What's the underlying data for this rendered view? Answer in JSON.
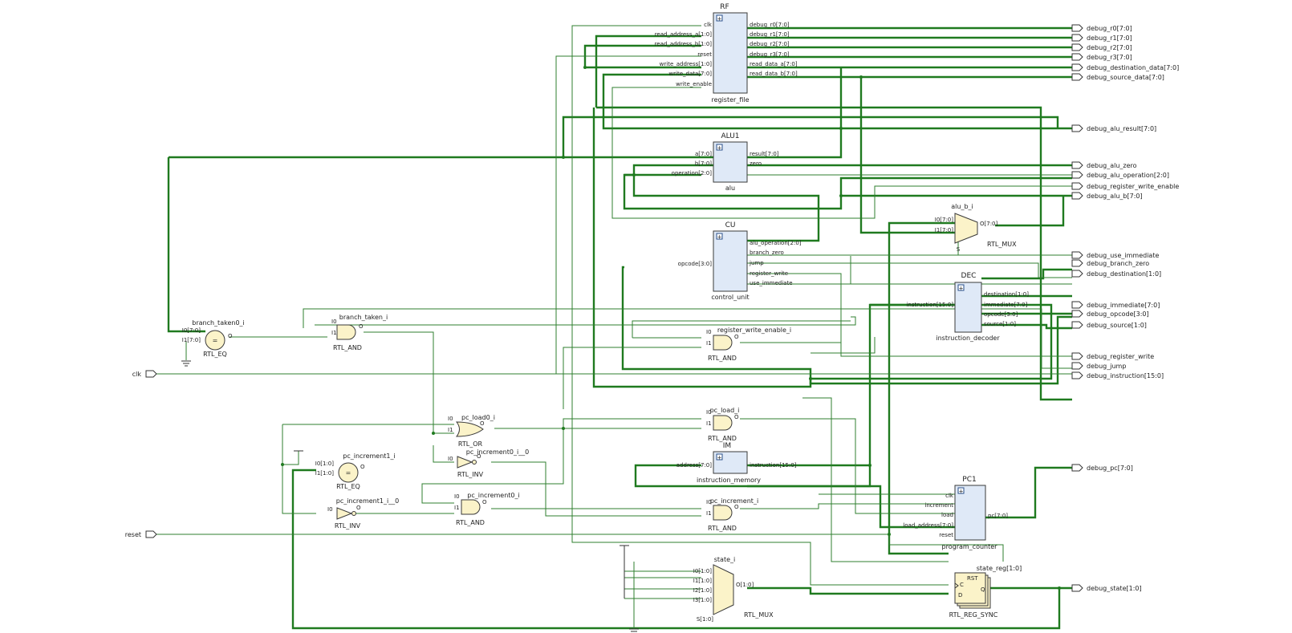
{
  "title": "",
  "blocks": {
    "rf": {
      "title": "RF",
      "name": "register_file",
      "inputs": [
        "clk",
        "read_address_a[1:0]",
        "read_address_b[1:0]",
        "reset",
        "write_address[1:0]",
        "write_data[7:0]",
        "write_enable"
      ],
      "outputs": [
        "debug_r0[7:0]",
        "debug_r1[7:0]",
        "debug_r2[7:0]",
        "debug_r3[7:0]",
        "read_data_a[7:0]",
        "read_data_b[7:0]"
      ]
    },
    "alu": {
      "title": "ALU1",
      "name": "alu",
      "inputs": [
        "a[7:0]",
        "b[7:0]",
        "operation[2:0]"
      ],
      "outputs": [
        "result[7:0]",
        "zero"
      ]
    },
    "cu": {
      "title": "CU",
      "name": "control_unit",
      "inputs": [
        "opcode[3:0]"
      ],
      "outputs": [
        "alu_operation[2:0]",
        "branch_zero",
        "jump",
        "register_write",
        "use_immediate"
      ]
    },
    "dec": {
      "title": "DEC",
      "name": "instruction_decoder",
      "inputs": [
        "instruction[15:0]"
      ],
      "outputs": [
        "destination[1:0]",
        "immediate[7:0]",
        "opcode[3:0]",
        "source[1:0]"
      ]
    },
    "im": {
      "title": "IM",
      "name": "instruction_memory",
      "inputs": [
        "address[7:0]"
      ],
      "outputs": [
        "instruction[15:0]"
      ]
    },
    "pc": {
      "title": "PC1",
      "name": "program_counter",
      "inputs": [
        "clk",
        "increment",
        "load",
        "load_address[7:0]",
        "reset"
      ],
      "outputs": [
        "pc[7:0]"
      ]
    }
  },
  "cells": {
    "branch_taken0_i": {
      "title": "branch_taken0_i",
      "type": "RTL_EQ",
      "pins": [
        "I0[7:0]",
        "I1[7:0]",
        "O"
      ],
      "symbol": "="
    },
    "branch_taken_i": {
      "title": "branch_taken_i",
      "type": "RTL_AND",
      "pins": [
        "I0",
        "I1",
        "O"
      ]
    },
    "register_write_enable_i": {
      "title": "register_write_enable_i",
      "type": "RTL_AND",
      "pins": [
        "I0",
        "I1",
        "O"
      ]
    },
    "pc_load0_i": {
      "title": "pc_load0_i",
      "type": "RTL_OR",
      "pins": [
        "I0",
        "I1",
        "O"
      ]
    },
    "pc_load_i": {
      "title": "pc_load_i",
      "type": "RTL_AND",
      "pins": [
        "I0",
        "I1",
        "O"
      ]
    },
    "pc_increment0_i__0": {
      "title": "pc_increment0_i__0",
      "type": "RTL_INV",
      "pins": [
        "I0",
        "O"
      ]
    },
    "pc_increment1_i": {
      "title": "pc_increment1_i",
      "type": "RTL_EQ",
      "pins": [
        "I0[1:0]",
        "I1[1:0]",
        "O"
      ],
      "symbol": "="
    },
    "pc_increment1_i__0": {
      "title": "pc_increment1_i__0",
      "type": "RTL_INV",
      "pins": [
        "I0",
        "O"
      ]
    },
    "pc_increment0_i": {
      "title": "pc_increment0_i",
      "type": "RTL_AND",
      "pins": [
        "I0",
        "I1",
        "O"
      ]
    },
    "pc_increment_i": {
      "title": "pc_increment_i",
      "type": "RTL_AND",
      "pins": [
        "I0",
        "I1",
        "O"
      ]
    },
    "alu_b_i": {
      "title": "alu_b_i",
      "type": "RTL_MUX",
      "pins": [
        "I0[7:0]",
        "I1[7:0]",
        "O[7:0]",
        "S"
      ]
    },
    "state_i": {
      "title": "state_i",
      "type": "RTL_MUX",
      "pins": [
        "I0[1:0]",
        "I1[1:0]",
        "I2[1:0]",
        "I3[1:0]",
        "O[1:0]",
        "S[1:0]"
      ]
    },
    "state_reg": {
      "title": "state_reg[1:0]",
      "type": "RTL_REG_SYNC",
      "pins": [
        "RST",
        "C",
        "D",
        "Q"
      ]
    }
  },
  "inputs": [
    "clk",
    "reset"
  ],
  "outputs": [
    "debug_r0[7:0]",
    "debug_r1[7:0]",
    "debug_r2[7:0]",
    "debug_r3[7:0]",
    "debug_destination_data[7:0]",
    "debug_source_data[7:0]",
    "debug_alu_result[7:0]",
    "debug_alu_zero",
    "debug_alu_operation[2:0]",
    "debug_register_write_enable",
    "debug_alu_b[7:0]",
    "debug_use_immediate",
    "debug_branch_zero",
    "debug_destination[1:0]",
    "debug_immediate[7:0]",
    "debug_opcode[3:0]",
    "debug_source[1:0]",
    "debug_register_write",
    "debug_jump",
    "debug_instruction[15:0]",
    "debug_pc[7:0]",
    "debug_state[1:0]"
  ],
  "colors": {
    "wire": "#2f7f2f",
    "block_fill": "#dfe9f7",
    "gate_fill": "#fbf3c9"
  }
}
